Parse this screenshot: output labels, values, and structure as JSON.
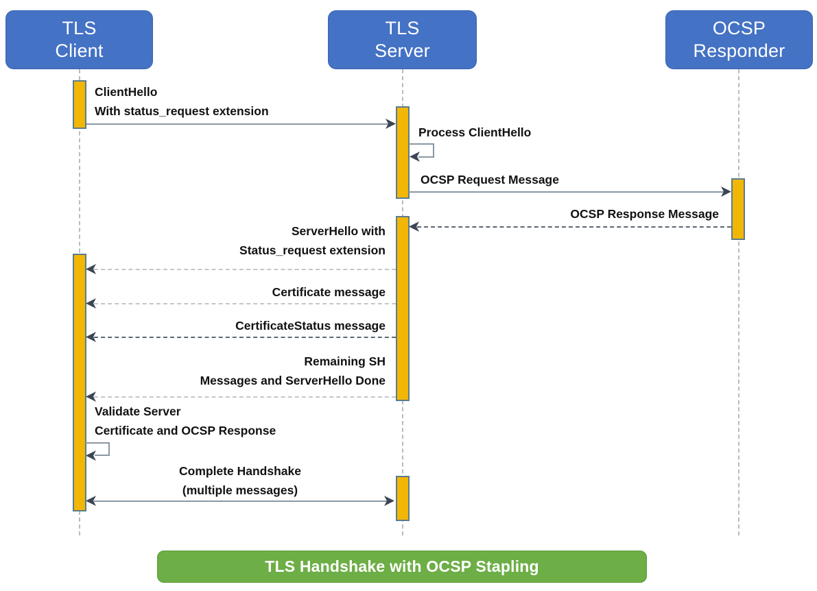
{
  "diagram": {
    "title": "TLS Handshake with OCSP Stapling",
    "type": "uml-sequence-diagram",
    "colors": {
      "actor_box": "#4472C4",
      "actor_text": "#FFFFFF",
      "activation_fill": "#F2B705",
      "activation_border": "#5B7C8D",
      "lifeline": "#B8BCC0",
      "solid_arrow": "#8A97A3",
      "light_dashed_arrow": "#C2C7CC",
      "dark_dashed_arrow": "#5C6672",
      "banner_fill": "#6DAE46",
      "label_text": "#111111"
    }
  },
  "actors": [
    {
      "id": "client",
      "line1": "TLS",
      "line2": "Client"
    },
    {
      "id": "server",
      "line1": "TLS",
      "line2": "Server"
    },
    {
      "id": "responder",
      "line1": "OCSP",
      "line2": "Responder"
    }
  ],
  "messages": [
    {
      "id": "client-hello",
      "label_line1": "ClientHello",
      "label_line2": "With status_request extension",
      "from": "client",
      "to": "server",
      "direction": "right",
      "style": "solid"
    },
    {
      "id": "process-client-hello",
      "label_line1": "Process ClientHello",
      "label_line2": "",
      "from": "server",
      "to": "server",
      "direction": "self",
      "style": "solid"
    },
    {
      "id": "ocsp-request",
      "label_line1": "OCSP Request Message",
      "label_line2": "",
      "from": "server",
      "to": "responder",
      "direction": "right",
      "style": "solid"
    },
    {
      "id": "ocsp-response",
      "label_line1": "OCSP Response Message",
      "label_line2": "",
      "from": "responder",
      "to": "server",
      "direction": "left",
      "style": "dashed-dark"
    },
    {
      "id": "server-hello",
      "label_line1": "ServerHello with",
      "label_line2": "Status_request extension",
      "from": "server",
      "to": "client",
      "direction": "left",
      "style": "dashed-light"
    },
    {
      "id": "certificate-message",
      "label_line1": "Certificate message",
      "label_line2": "",
      "from": "server",
      "to": "client",
      "direction": "left",
      "style": "dashed-light"
    },
    {
      "id": "certificate-status-message",
      "label_line1": "CertificateStatus message",
      "label_line2": "",
      "from": "server",
      "to": "client",
      "direction": "left",
      "style": "dashed-dark"
    },
    {
      "id": "remaining-sh-messages",
      "label_line1": "Remaining SH",
      "label_line2": "Messages and ServerHello Done",
      "from": "server",
      "to": "client",
      "direction": "left",
      "style": "dashed-light"
    },
    {
      "id": "validate-server-certificate",
      "label_line1": "Validate Server",
      "label_line2": "Certificate and OCSP Response",
      "from": "client",
      "to": "client",
      "direction": "self",
      "style": "solid"
    },
    {
      "id": "complete-handshake",
      "label_line1": "Complete Handshake",
      "label_line2": "(multiple messages)",
      "from": "client",
      "to": "server",
      "direction": "both",
      "style": "solid"
    }
  ],
  "banner": {
    "text": "TLS Handshake with OCSP Stapling"
  }
}
